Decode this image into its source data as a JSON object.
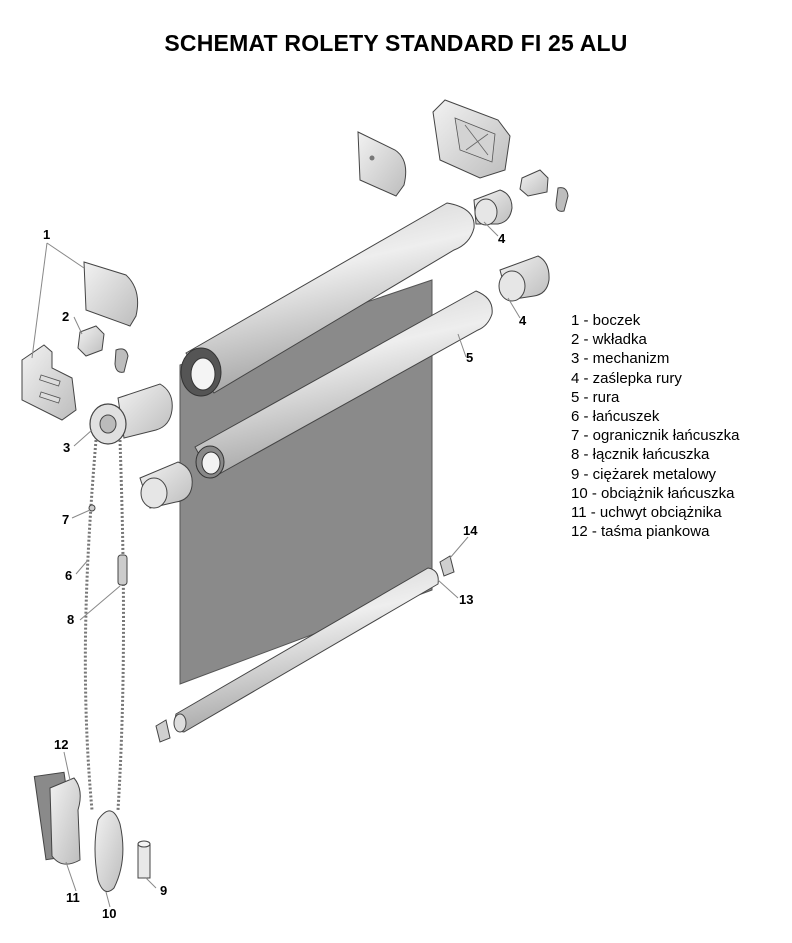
{
  "title": "SCHEMAT ROLETY STANDARD FI 25 ALU",
  "callouts": [
    {
      "id": "c1",
      "text": "1"
    },
    {
      "id": "c2",
      "text": "2"
    },
    {
      "id": "c3",
      "text": "3"
    },
    {
      "id": "c4a",
      "text": "4"
    },
    {
      "id": "c4b",
      "text": "4"
    },
    {
      "id": "c5",
      "text": "5"
    },
    {
      "id": "c6",
      "text": "6"
    },
    {
      "id": "c7",
      "text": "7"
    },
    {
      "id": "c8",
      "text": "8"
    },
    {
      "id": "c9",
      "text": "9"
    },
    {
      "id": "c10",
      "text": "10"
    },
    {
      "id": "c11",
      "text": "11"
    },
    {
      "id": "c12",
      "text": "12"
    },
    {
      "id": "c13",
      "text": "13"
    },
    {
      "id": "c14",
      "text": "14"
    }
  ],
  "legend": [
    "1 - boczek",
    "2 - wkładka",
    "3 - mechanizm",
    "4 - zaślepka rury",
    "5 - rura",
    "6 - łańcuszek",
    "7 - ogranicznik łańcuszka",
    "8 - łącznik łańcuszka",
    "9 - ciężarek metalowy",
    "10 - obciążnik łańcuszka",
    "11 - uchwyt obciążnika",
    "12 - taśma piankowa"
  ],
  "colors": {
    "fabric": "#8a8a8a",
    "part_fill": "#e4e4e4",
    "outline": "#333333"
  }
}
